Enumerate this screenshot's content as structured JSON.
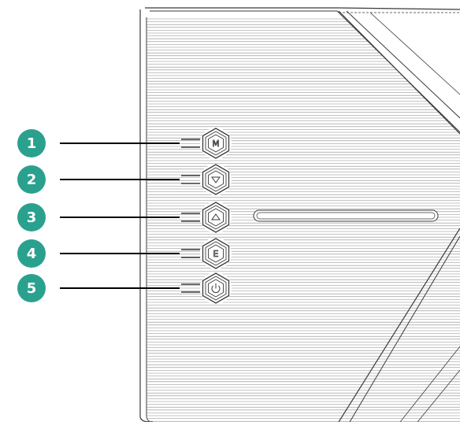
{
  "callout_color": "#2aa18e",
  "outline_color": "#3a3a3a",
  "buttons": [
    {
      "number": "1",
      "label": "M",
      "icon": "menu-icon"
    },
    {
      "number": "2",
      "label": "",
      "icon": "down-arrow-icon"
    },
    {
      "number": "3",
      "label": "",
      "icon": "up-arrow-icon"
    },
    {
      "number": "4",
      "label": "E",
      "icon": "exit-icon"
    },
    {
      "number": "5",
      "label": "",
      "icon": "power-icon"
    }
  ]
}
